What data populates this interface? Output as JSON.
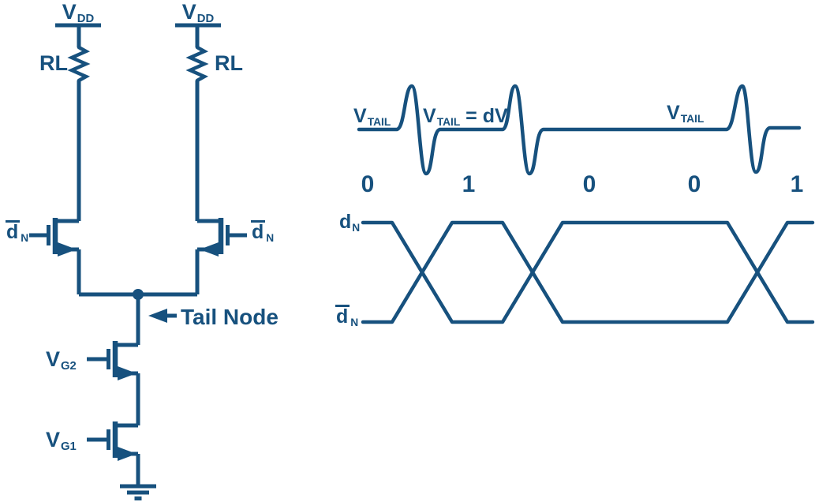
{
  "figure": {
    "ink_color": "#17517E",
    "background": "#FFFFFF",
    "description": "Differential pair with cascode tail current source and V_TAIL glitch timing diagram"
  },
  "circuit": {
    "supply_left": {
      "main": "V",
      "sub": "DD"
    },
    "supply_right": {
      "main": "V",
      "sub": "DD"
    },
    "load_resistor_left": "RL",
    "load_resistor_right": "RL",
    "gate_input_left": {
      "main": "d",
      "sub": "N",
      "overline": true
    },
    "gate_input_right": {
      "main": "d",
      "sub": "N",
      "overline": true
    },
    "tail_node_label": "Tail Node",
    "cascode_gate_upper": {
      "main": "V",
      "sub": "G2"
    },
    "cascode_gate_lower": {
      "main": "V",
      "sub": "G1"
    }
  },
  "timing": {
    "vtail_label_start": {
      "main": "V",
      "sub": "TAIL"
    },
    "vtail_label_glitch": {
      "main": "V",
      "sub": "TAIL",
      "suffix": " = dV"
    },
    "vtail_label_flat": {
      "main": "V",
      "sub": "TAIL"
    },
    "bit_sequence": [
      "0",
      "1",
      "0",
      "0",
      "1"
    ],
    "glitch_at_transitions": [
      true,
      true,
      false,
      true
    ],
    "data_label_true": {
      "main": "d",
      "sub": "N"
    },
    "data_label_complement": {
      "main": "d",
      "sub": "N",
      "overline": true
    }
  }
}
